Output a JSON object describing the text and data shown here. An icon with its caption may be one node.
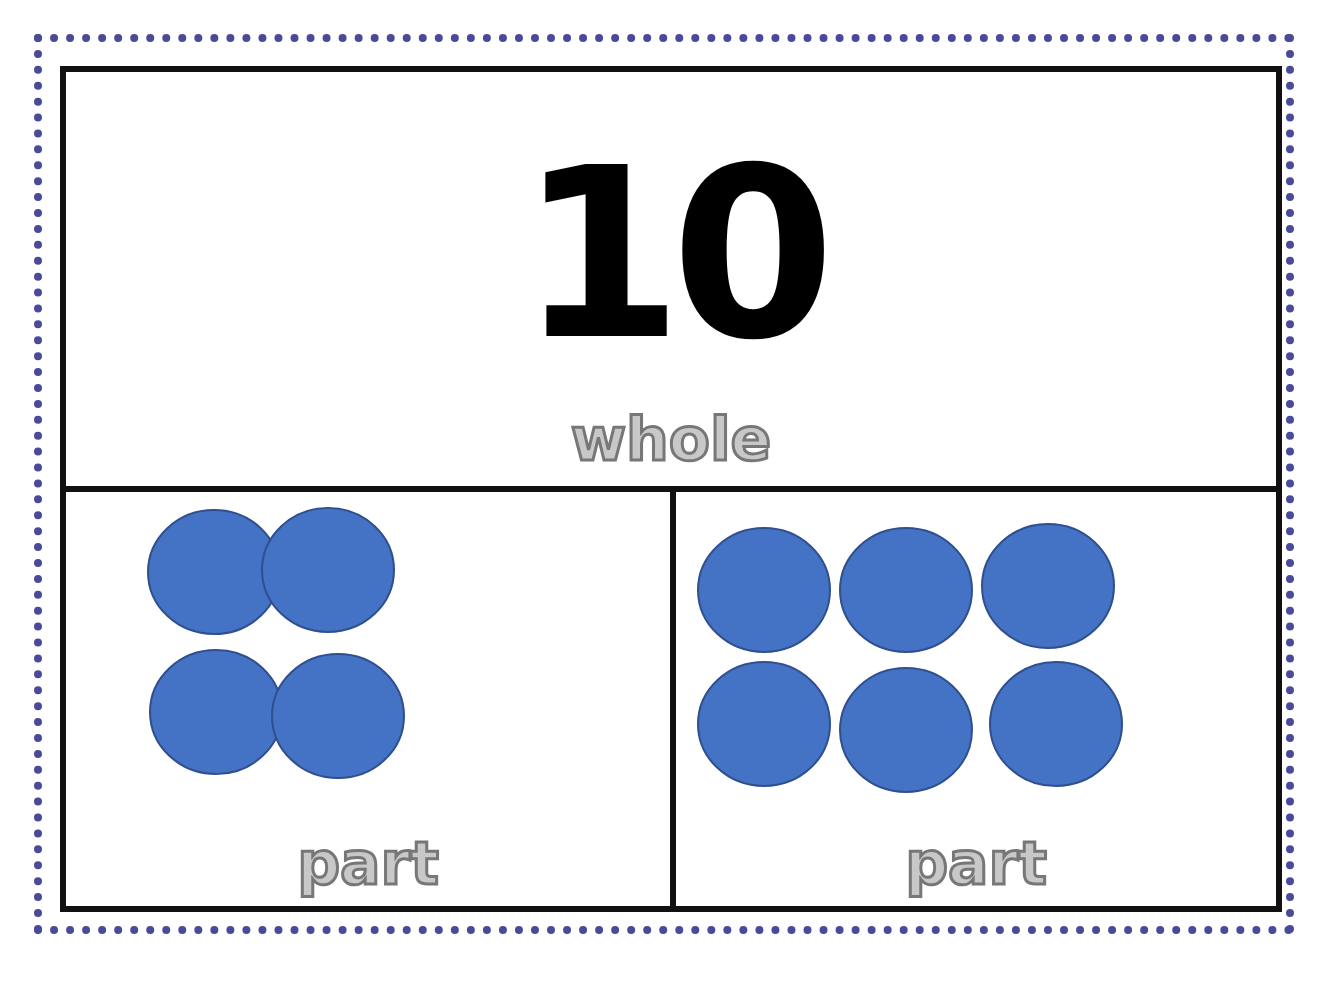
{
  "diagram": {
    "nodes": [
      {
        "text": [
          "10",
          "whole"
        ]
      },
      {
        "text": [
          "part"
        ]
      },
      {
        "text": [
          "part"
        ]
      },
      {
        "text": [],
        "shape": "circle",
        "in": 1
      },
      {
        "text": [],
        "shape": "circle",
        "in": 1
      },
      {
        "text": [],
        "shape": "circle",
        "in": 1
      },
      {
        "text": [],
        "shape": "circle",
        "in": 1
      },
      {
        "text": [],
        "shape": "circle",
        "in": 2
      },
      {
        "text": [],
        "shape": "circle",
        "in": 2
      },
      {
        "text": [],
        "shape": "circle",
        "in": 2
      },
      {
        "text": [],
        "shape": "circle",
        "in": 2
      },
      {
        "text": [],
        "shape": "circle",
        "in": 2
      },
      {
        "text": [],
        "shape": "circle",
        "in": 2
      }
    ]
  }
}
